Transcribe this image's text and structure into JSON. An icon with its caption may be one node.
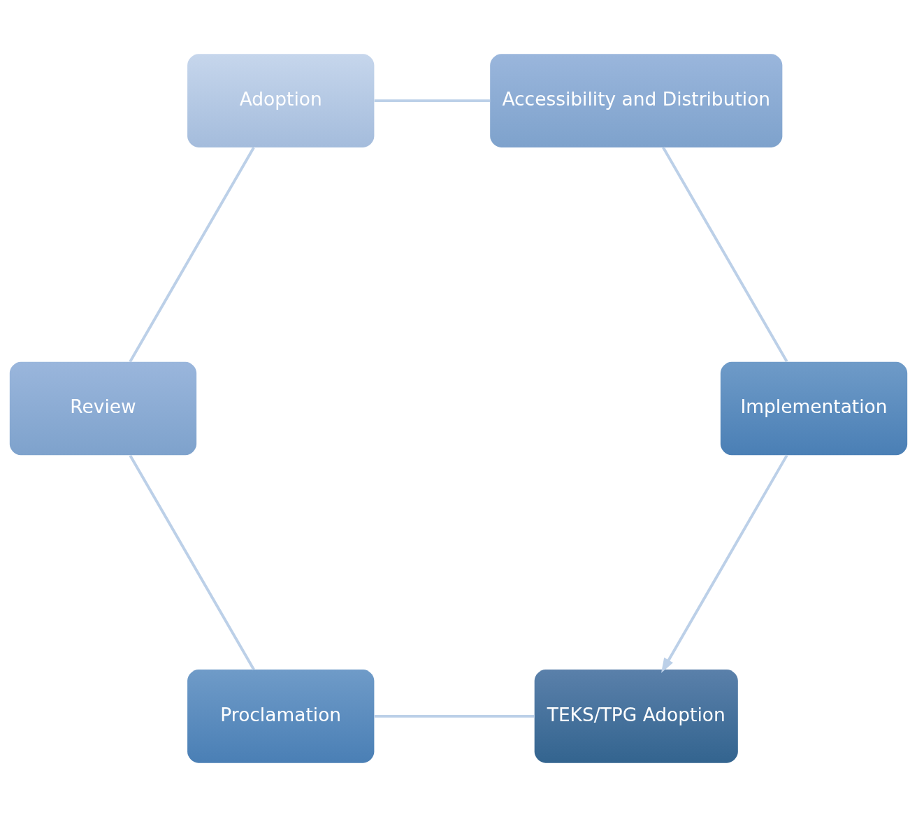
{
  "diagram": {
    "nodes": [
      {
        "text": [
          "TEKS/TPG Adoption"
        ]
      },
      {
        "text": [
          "Proclamation"
        ]
      },
      {
        "text": [
          "Review"
        ]
      },
      {
        "text": [
          "Adoption"
        ]
      },
      {
        "text": [
          "Accessibility and Distribution"
        ]
      },
      {
        "text": [
          "Implementation"
        ]
      }
    ],
    "edges": [
      {
        "from": 0,
        "to": 1,
        "arrow": "none",
        "color": "#bcd0e8"
      },
      {
        "from": 1,
        "to": 2,
        "arrow": "none",
        "color": "#bcd0e8"
      },
      {
        "from": 2,
        "to": 3,
        "arrow": "none",
        "color": "#bcd0e8"
      },
      {
        "from": 3,
        "to": 4,
        "arrow": "none",
        "color": "#bcd0e8"
      },
      {
        "from": 4,
        "to": 5,
        "arrow": "none",
        "color": "#bcd0e8"
      },
      {
        "from": 5,
        "to": 0,
        "arrow": "to",
        "color": "#bcd0e8"
      }
    ]
  }
}
